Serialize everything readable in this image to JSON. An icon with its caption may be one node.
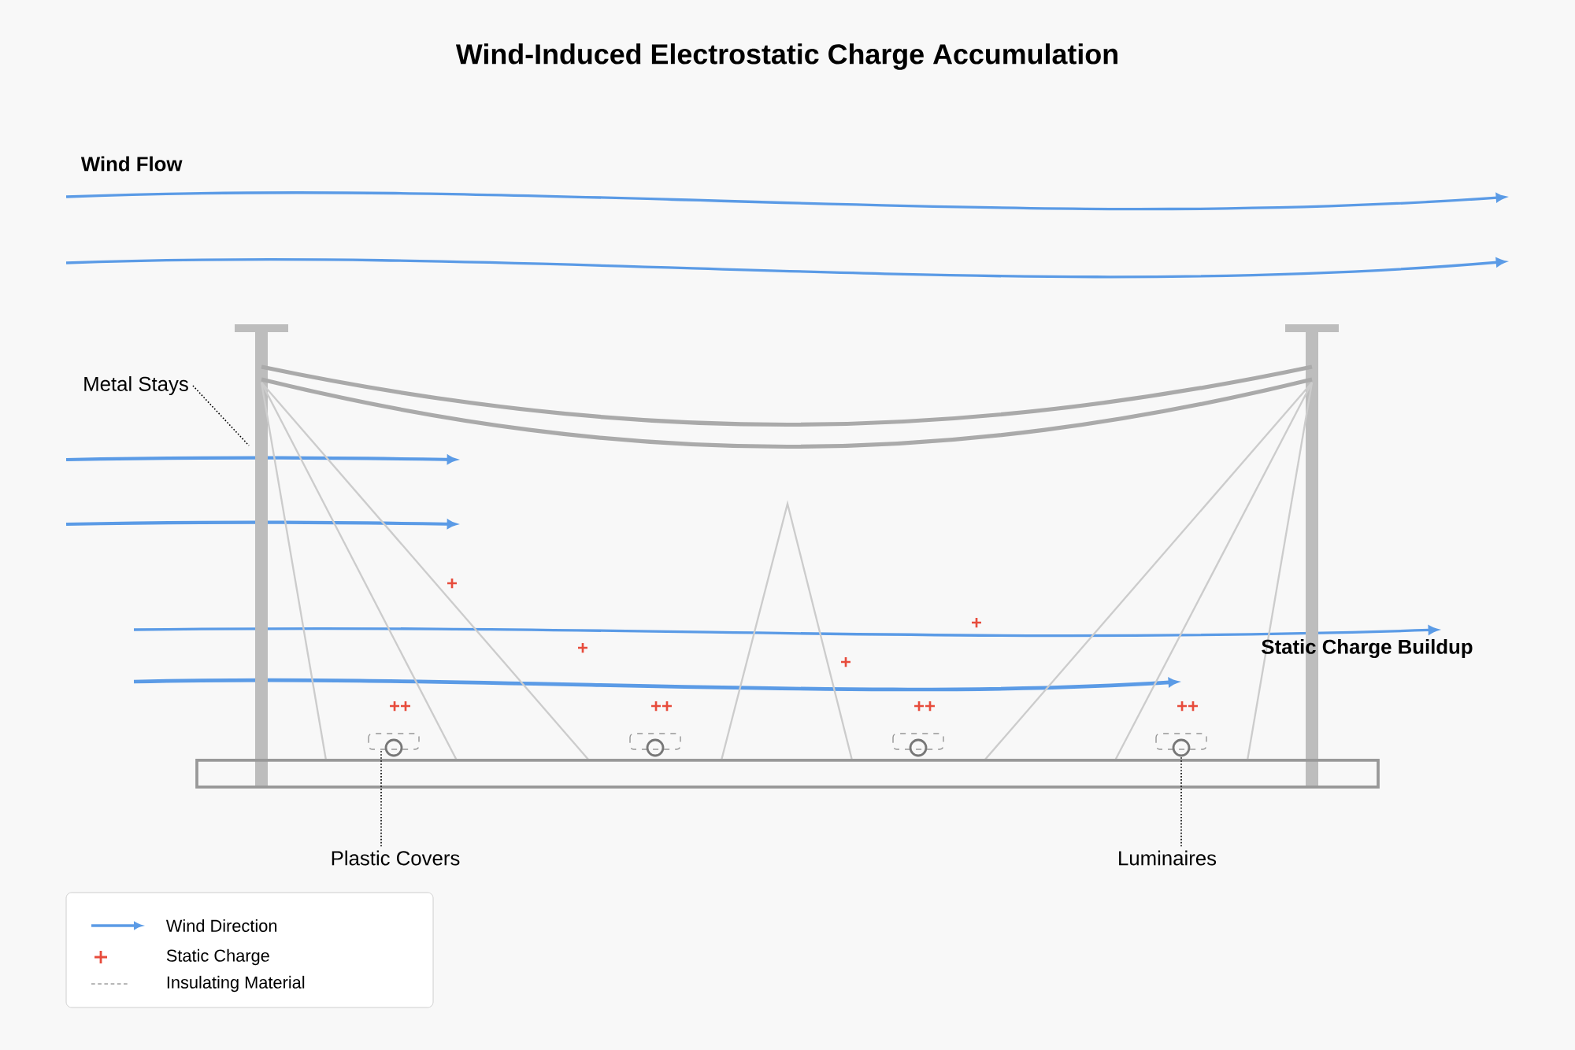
{
  "diagram": {
    "title": "Wind-Induced Electrostatic Charge Accumulation",
    "nodes": [
      {
        "text": [
          "Metal Stays"
        ]
      },
      {
        "text": [
          "Plastic Covers"
        ]
      },
      {
        "text": [
          "Luminaires"
        ]
      }
    ],
    "edges": [
      {
        "from": 0,
        "to": null,
        "arrow": "none"
      },
      {
        "from": 1,
        "to": null,
        "arrow": "none"
      },
      {
        "from": 2,
        "to": null,
        "arrow": "none"
      }
    ],
    "labels": [
      "Wind Flow",
      "+",
      "+",
      "+",
      "Static Charge Buildup",
      "+",
      "++",
      "++",
      "++",
      "++"
    ],
    "legend": [
      {
        "text": "Wind Direction"
      },
      {
        "text": "Static Charge"
      },
      {
        "text": "Insulating Material"
      }
    ]
  }
}
